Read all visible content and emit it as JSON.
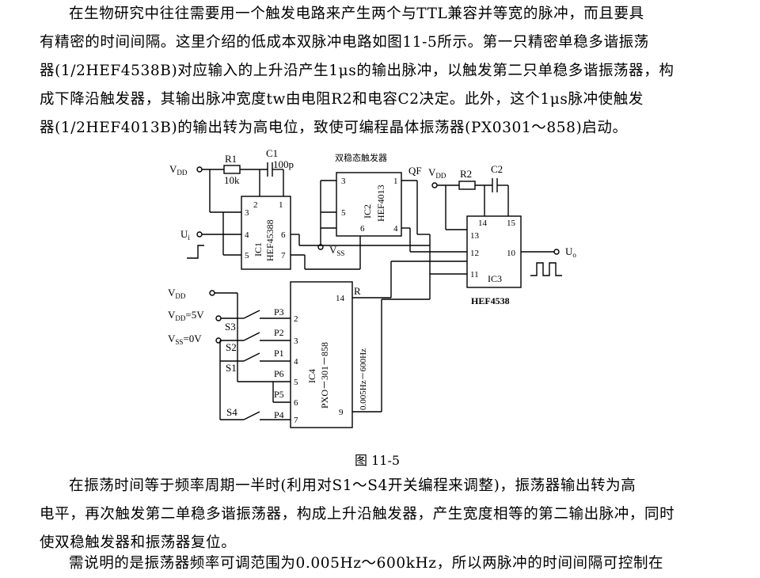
{
  "paragraph1": [
    "在生物研究中往往需要用一个触发电路来产生两个与TTL兼容并等宽的脉冲，而且要具",
    "有精密的时间间隔。这里介绍的低成本双脉冲电路如图11-5所示。第一只精密单稳多谐振荡",
    "器(1/2HEF4538B)对应输入的上升沿产生1μs的输出脉冲，以触发第二只单稳多谐振荡器，构",
    "成下降沿触发器，其输出脉冲宽度tw由电阻R2和电容C2决定。此外，这个1μs脉冲使触发",
    "器(1/2HEF4013B)的输出转为高电位，致使可编程晶体振荡器(PX0301～858)启动。"
  ],
  "circuit": {
    "vdd": "V",
    "vdd_sub": "DD",
    "r1": "R1",
    "r1_value": "10k",
    "c1": "C1",
    "c1_value": "100p",
    "ui": "U",
    "ui_sub": "i",
    "ic1_name": "IC1",
    "ic1_part": "HEF45388",
    "ic1_pins": [
      "2",
      "1",
      "3",
      "4",
      "5",
      "6",
      "7"
    ],
    "flipflop_label": "双稳态触发器",
    "ic2_name": "IC2",
    "ic2_part": "HEF4013",
    "ic2_pins": [
      "3",
      "1",
      "5",
      "6",
      "4"
    ],
    "vss": "V",
    "vss_sub": "SS",
    "qf": "QF",
    "r2": "R2",
    "c2": "C2",
    "ic3_pins": [
      "14",
      "15",
      "13",
      "12",
      "10",
      "11"
    ],
    "ic3_name": "IC3",
    "ic3_part": "HEF4538",
    "uo": "U",
    "uo_sub": "o",
    "vdd_5v": "=5V",
    "vss_0v": "=0V",
    "switches": [
      "S3",
      "S2",
      "S1",
      "S4"
    ],
    "ic4_p_labels": [
      "P3",
      "P2",
      "P1",
      "P6",
      "P5",
      "P4"
    ],
    "ic4_pins": [
      "2",
      "3",
      "4",
      "5",
      "6",
      "7",
      "14",
      "9"
    ],
    "r_label": "R",
    "ic4_name": "IC4",
    "ic4_part": "PXO－301－858",
    "freq_range": "0.005Hz－600Hz"
  },
  "caption": "图 11-5",
  "paragraph2": [
    "在振荡时间等于频率周期一半时(利用对S1～S4开关编程来调整)，振荡器输出转为高",
    "电平，再次触发第二单稳多谐振荡器，构成上升沿触发器，产生宽度相等的第二输出脉冲，同时",
    "使双稳触发器和振荡器复位。"
  ],
  "paragraph3": [
    "需说明的是振荡器频率可调范围为0.005Hz～600kHz，所以两脉冲的时间间隔可控制在"
  ]
}
